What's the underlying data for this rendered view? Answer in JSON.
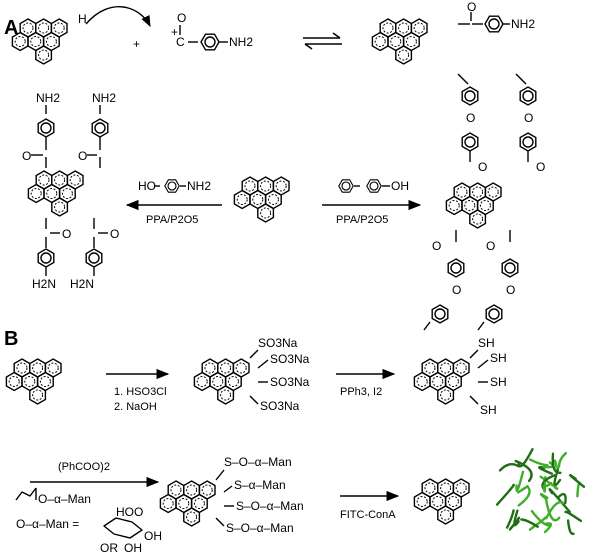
{
  "panels": {
    "a": "A",
    "b": "B"
  },
  "scheme_a": {
    "plus": "+",
    "acylium": {
      "charge": "+",
      "carbonyl": "C",
      "oxygen": "O",
      "substituent": "NH2"
    },
    "h_atom": "H",
    "product_amine": "NH2",
    "amine_labels": [
      "NH2",
      "NH2",
      "H2N",
      "H2N"
    ],
    "carbonyl_o": "O",
    "acid_reagent_left": {
      "prefix": "HO",
      "suffix": "NH2"
    },
    "acid_reagent_right": {
      "suffix": "OH"
    },
    "conditions_left": "PPA/P2O5",
    "conditions_right": "PPA/P2O5"
  },
  "scheme_b": {
    "step1": [
      "1. HSO3Cl",
      "2. NaOH"
    ],
    "sulfonate_groups": [
      "SO3Na",
      "SO3Na",
      "SO3Na",
      "SO3Na"
    ],
    "step2": "PPh3, I2",
    "thiol_groups": [
      "SH",
      "SH",
      "SH",
      "SH"
    ],
    "reagent_radical": "(PhCOO)2",
    "allyl_reagent": "O–α–Man",
    "man_definition": "O–α–Man =",
    "sugar_oh": [
      "HO",
      "OH",
      "OH",
      "OR"
    ],
    "sugar_o": "O",
    "glyco_groups": [
      "S–O–α–Man",
      "S–α–Man",
      "S–O–α–Man",
      "S–O–α–Man"
    ],
    "step3": "FITC-ConA"
  },
  "colors": {
    "protein": "#3fae2a",
    "protein_dark": "#1f6e14",
    "ink": "#000000"
  }
}
